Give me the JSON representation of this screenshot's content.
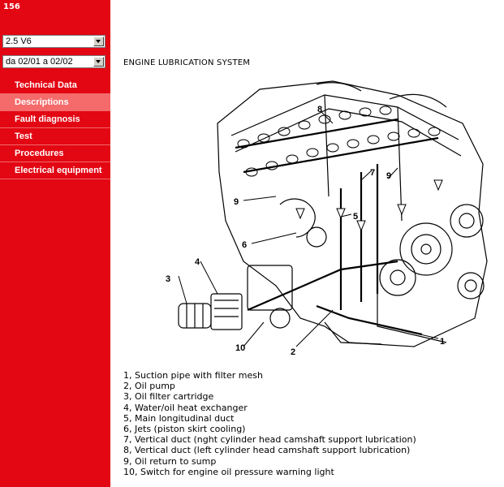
{
  "sidebar": {
    "model": "156",
    "engine_select": {
      "value": "2.5 V6"
    },
    "date_select": {
      "value": "da 02/01 a 02/02"
    },
    "menu": [
      {
        "label": "Technical Data",
        "active": false
      },
      {
        "label": "Descriptions",
        "active": true
      },
      {
        "label": "Fault diagnosis",
        "active": false
      },
      {
        "label": "Test",
        "active": false
      },
      {
        "label": "Procedures",
        "active": false
      },
      {
        "label": "Electrical equipment",
        "active": false
      }
    ],
    "accent_color": "#e30613",
    "active_color": "#f56b6b"
  },
  "main": {
    "title": "ENGINE LUBRICATION SYSTEM",
    "callouts": [
      "1",
      "2",
      "3",
      "4",
      "5",
      "6",
      "7",
      "8",
      "9",
      "9",
      "10"
    ],
    "legend": [
      "1, Suction pipe with filter mesh",
      "2, Oil pump",
      "3, Oil filter cartridge",
      "4, Water/oil heat exchanger",
      "5, Main longitudinal duct",
      "6, Jets (piston skirt cooling)",
      "7, Vertical duct (nght cylinder head camshaft support lubrication)",
      "8, Vertical duct (left cylinder head camshaft support lubrication)",
      "9, Oil return to sump",
      "10, Switch for engine oil pressure warning light"
    ]
  }
}
